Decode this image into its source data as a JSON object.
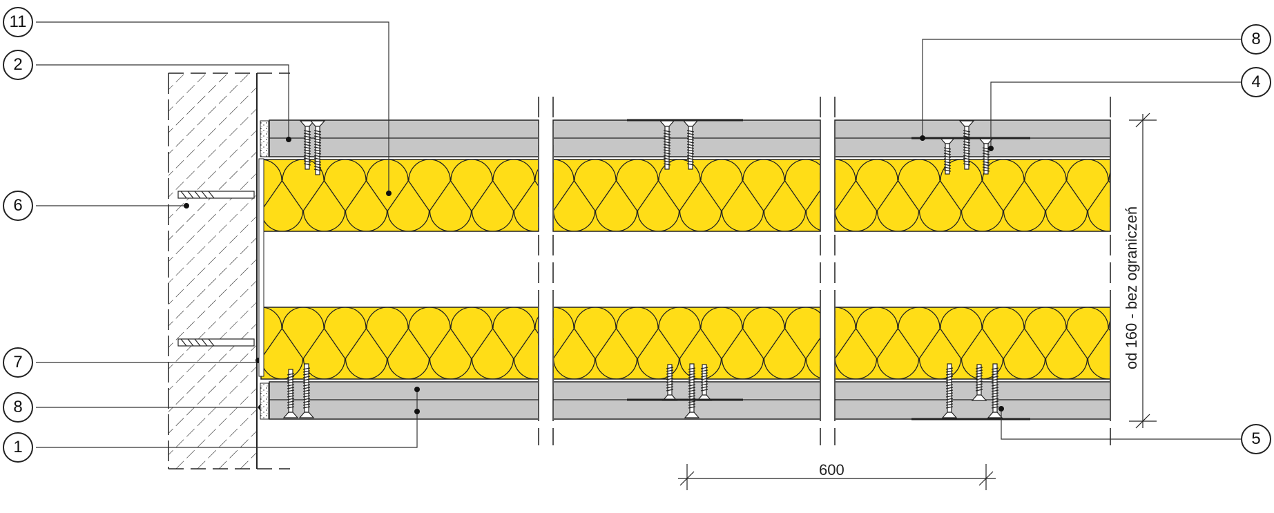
{
  "labels_left": [
    {
      "id": "label-11",
      "text": "11"
    },
    {
      "id": "label-2",
      "text": "2"
    },
    {
      "id": "label-6",
      "text": "6"
    },
    {
      "id": "label-7",
      "text": "7"
    },
    {
      "id": "label-8-left",
      "text": "8"
    },
    {
      "id": "label-1",
      "text": "1"
    }
  ],
  "labels_right": [
    {
      "id": "label-8-right",
      "text": "8"
    },
    {
      "id": "label-4",
      "text": "4"
    },
    {
      "id": "label-5",
      "text": "5"
    }
  ],
  "dimensions": {
    "spacing": "600",
    "height": "od 160 - bez ograniczeń"
  },
  "colors": {
    "insulation": "#FFDD17",
    "board": "#C6C6C6",
    "line": "#222222"
  }
}
